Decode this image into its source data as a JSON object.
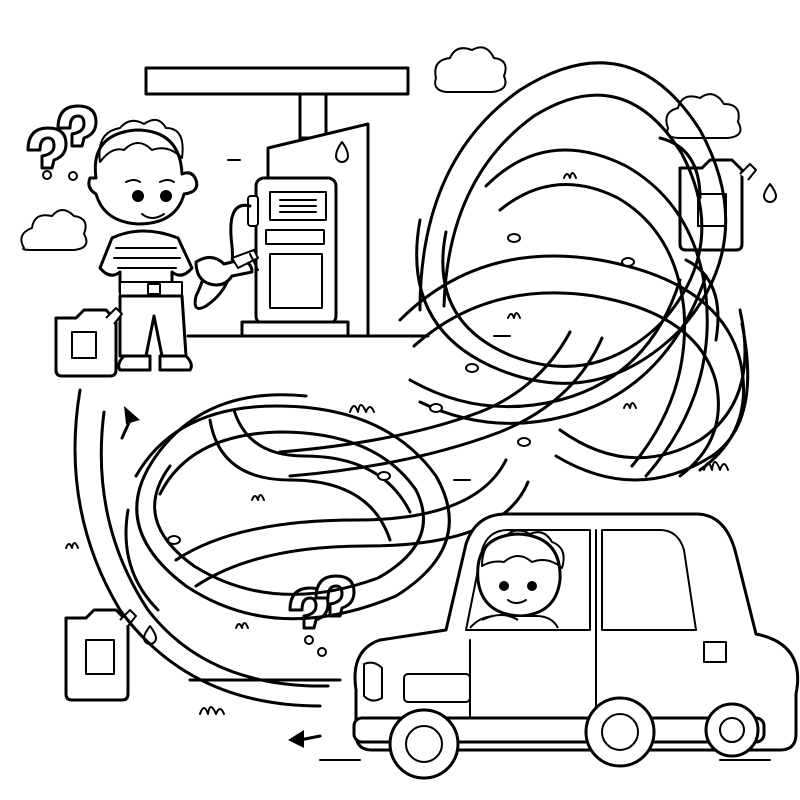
{
  "scene": {
    "background": "#ffffff",
    "line_color": "#000000",
    "elements": {
      "boy_at_pump": "boy-holding-fuel-nozzle",
      "fuel_pump": "gas-station-pump",
      "car": "car-with-boy-driver",
      "maze": "tangled-path-maze",
      "canisters": [
        "fuel-canister-left",
        "fuel-canister-right",
        "fuel-canister-bottom"
      ],
      "question_marks": [
        "question-marks-top-left",
        "question-marks-bottom"
      ],
      "arrows": [
        "start-arrow-car",
        "end-arrow-boy"
      ],
      "clouds": [
        "cloud-top",
        "cloud-right",
        "cloud-left"
      ]
    }
  }
}
